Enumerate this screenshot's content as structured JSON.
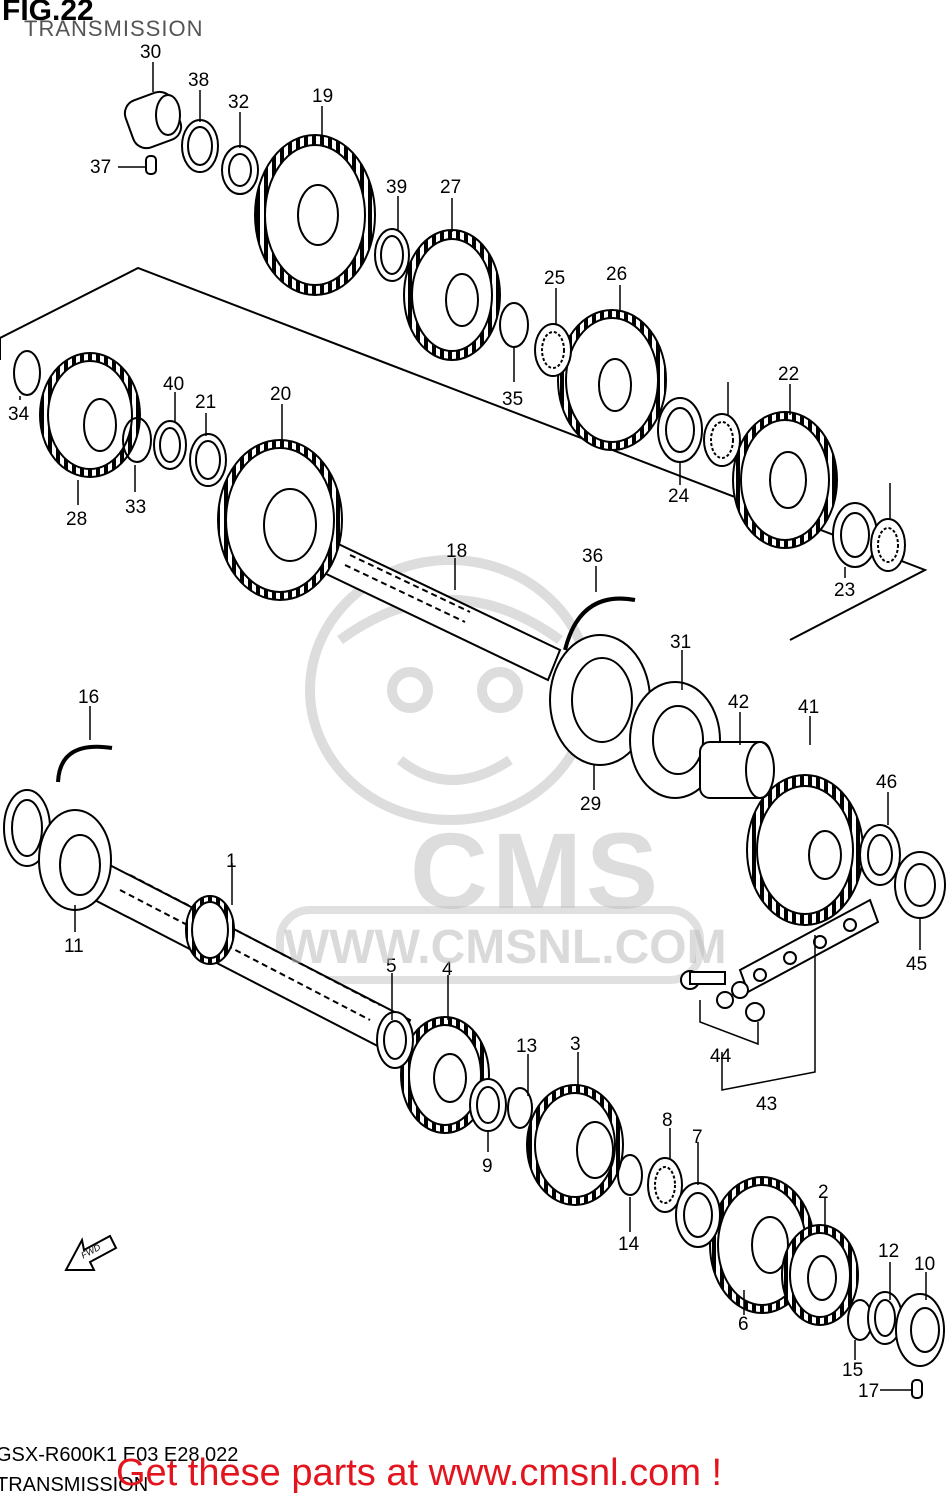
{
  "header": {
    "figure": "FIG.22",
    "subtitle": "TRANSMISSION"
  },
  "footer": {
    "code": "GSX-R600K1 E03 E28 022",
    "title": "TRANSMISSION",
    "cta": "Get these parts at www.cmsnl.com !"
  },
  "watermark": {
    "brand": "CMS",
    "url": "WWW.CMSNL.COM"
  },
  "fwd_label": "FWD",
  "parts": [
    {
      "num": "30",
      "name": "bearing-30"
    },
    {
      "num": "38",
      "name": "washer-38"
    },
    {
      "num": "32",
      "name": "bushing-32"
    },
    {
      "num": "19",
      "name": "gear-19"
    },
    {
      "num": "37",
      "name": "pin-37"
    },
    {
      "num": "39",
      "name": "washer-39"
    },
    {
      "num": "27",
      "name": "gear-27"
    },
    {
      "num": "25",
      "name": "washer-25"
    },
    {
      "num": "26",
      "name": "gear-26"
    },
    {
      "num": "35",
      "name": "circlip-35"
    },
    {
      "num": "34",
      "name": "circlip-34"
    },
    {
      "num": "40",
      "name": "washer-40"
    },
    {
      "num": "21",
      "name": "bushing-21"
    },
    {
      "num": "20",
      "name": "gear-20"
    },
    {
      "num": "28",
      "name": "gear-28"
    },
    {
      "num": "33",
      "name": "circlip-33"
    },
    {
      "num": "24",
      "name": "bearing-24"
    },
    {
      "num": "22",
      "name": "gear-22"
    },
    {
      "num": "23",
      "name": "bearing-23"
    },
    {
      "num": "18",
      "name": "driveshaft-18"
    },
    {
      "num": "36",
      "name": "ring-36"
    },
    {
      "num": "31",
      "name": "oil-seal-31"
    },
    {
      "num": "42",
      "name": "spacer-42"
    },
    {
      "num": "41",
      "name": "sprocket-41"
    },
    {
      "num": "46",
      "name": "washer-46"
    },
    {
      "num": "29",
      "name": "bearing-29"
    },
    {
      "num": "16",
      "name": "ring-16"
    },
    {
      "num": "1",
      "name": "countershaft-1"
    },
    {
      "num": "11",
      "name": "bearing-11"
    },
    {
      "num": "45",
      "name": "nut-45"
    },
    {
      "num": "5",
      "name": "bushing-5"
    },
    {
      "num": "4",
      "name": "gear-4"
    },
    {
      "num": "44",
      "name": "joint-44"
    },
    {
      "num": "43",
      "name": "chain-43"
    },
    {
      "num": "13",
      "name": "circlip-13"
    },
    {
      "num": "3",
      "name": "gear-3"
    },
    {
      "num": "9",
      "name": "washer-9"
    },
    {
      "num": "8",
      "name": "washer-8"
    },
    {
      "num": "7",
      "name": "bearing-7"
    },
    {
      "num": "14",
      "name": "circlip-14"
    },
    {
      "num": "2",
      "name": "gear-2"
    },
    {
      "num": "12",
      "name": "washer-12"
    },
    {
      "num": "10",
      "name": "bearing-10"
    },
    {
      "num": "6",
      "name": "gear-6"
    },
    {
      "num": "15",
      "name": "circlip-15"
    },
    {
      "num": "17",
      "name": "pin-17"
    }
  ]
}
